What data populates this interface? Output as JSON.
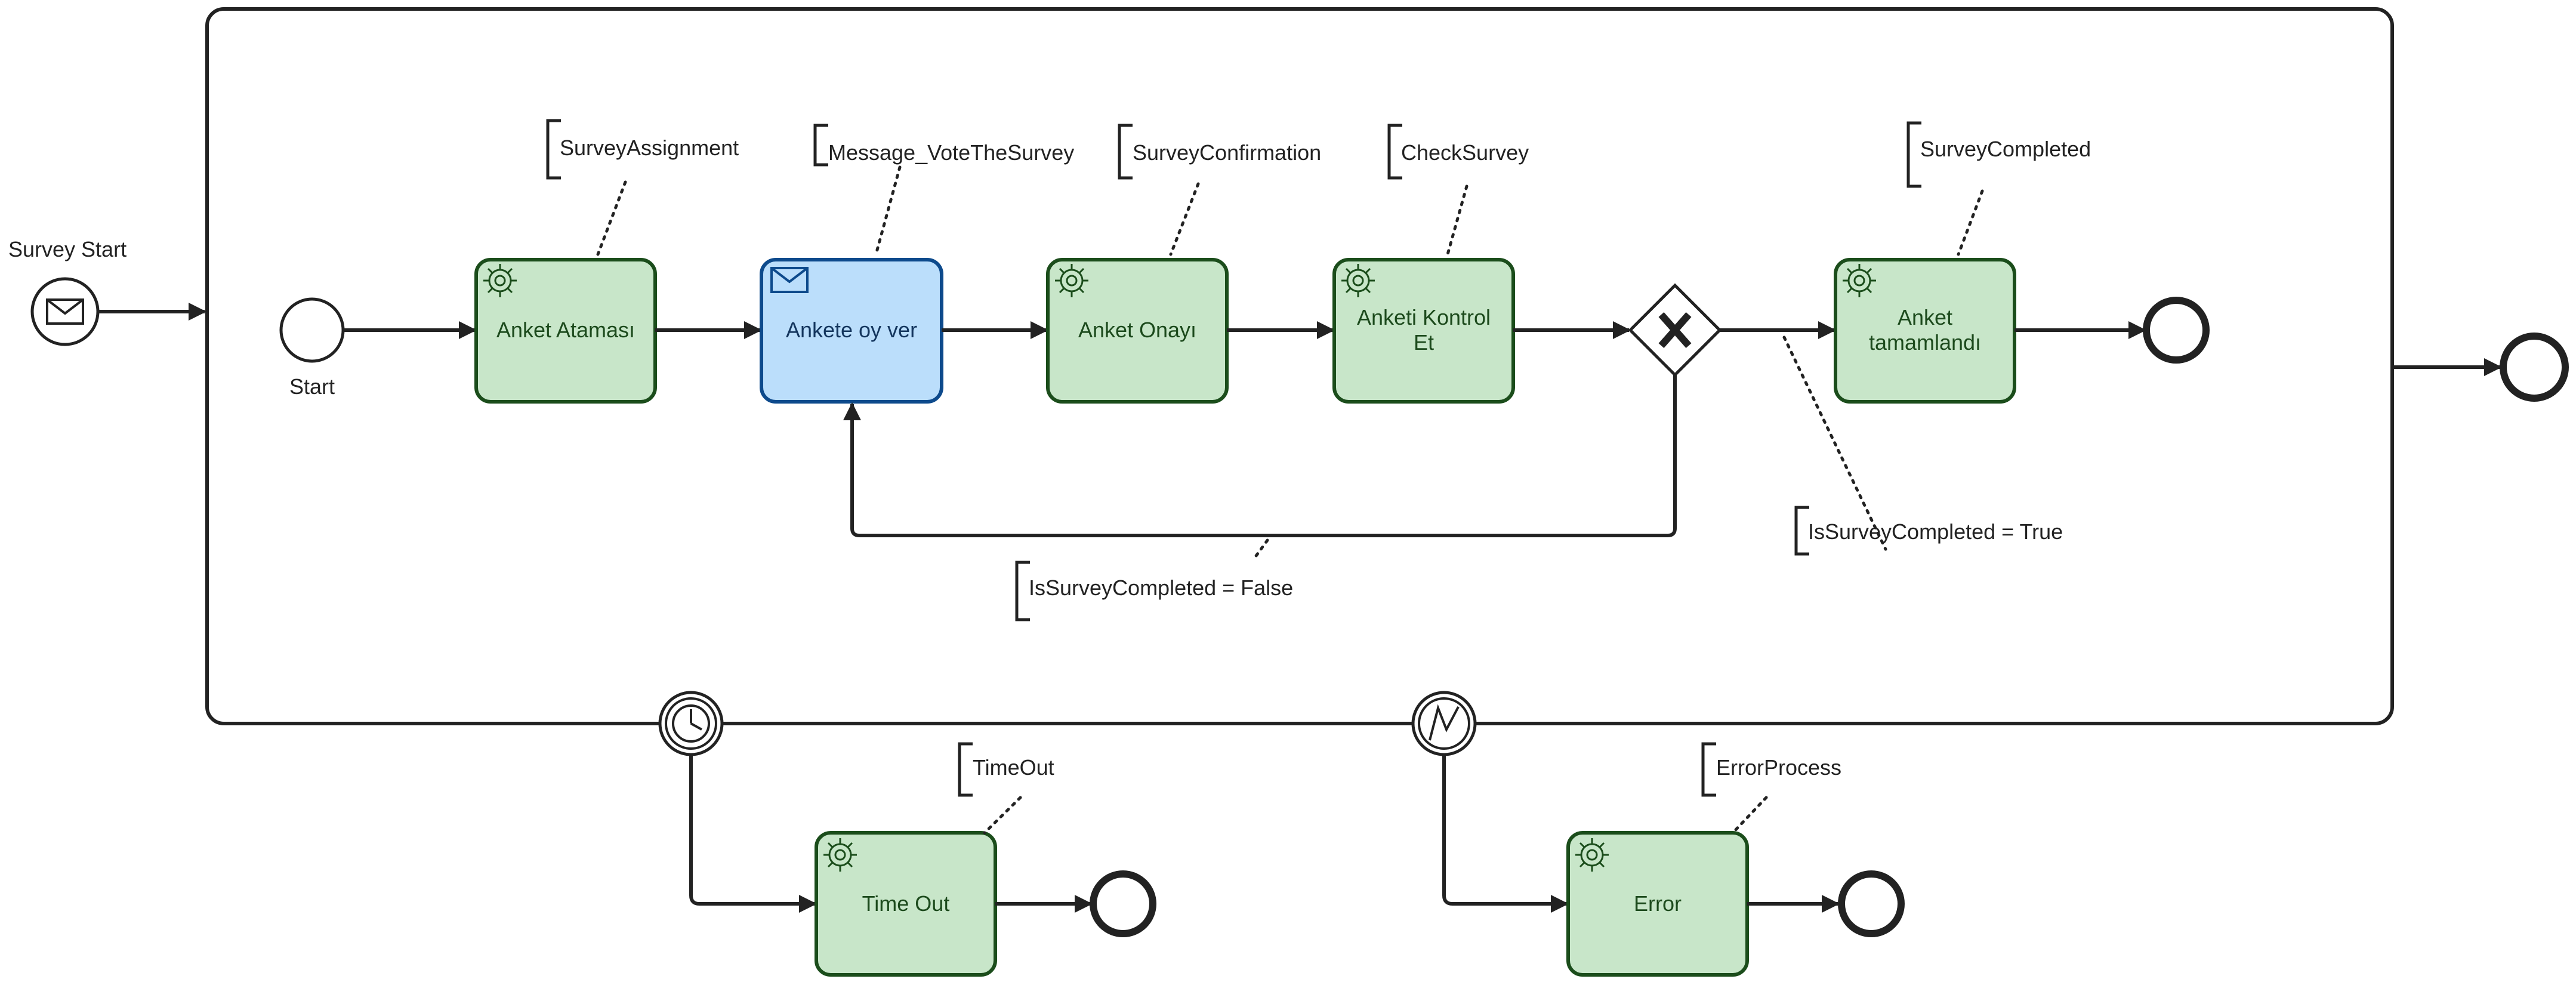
{
  "process": {
    "start_label": "Survey Start",
    "inner_start_label": "Start"
  },
  "tasks": {
    "t1": "Anket Ataması",
    "t2": "Ankete oy ver",
    "t3": "Anket Onayı",
    "t4_line1": "Anketi Kontrol",
    "t4_line2": "Et",
    "t5_line1": "Anket",
    "t5_line2": "tamamlandı",
    "timeout": "Time Out",
    "error": "Error"
  },
  "annotations": {
    "a1": "SurveyAssignment",
    "a2": "Message_VoteTheSurvey",
    "a3": "SurveyConfirmation",
    "a4": "CheckSurvey",
    "a5": "SurveyCompleted",
    "cond_false": "IsSurveyCompleted = False",
    "cond_true": "IsSurveyCompleted = True",
    "timeout": "TimeOut",
    "error": "ErrorProcess"
  },
  "icons": {
    "message": "envelope-icon",
    "service": "gear-icon",
    "gateway": "exclusive-x-icon",
    "timer": "clock-icon",
    "error": "lightning-icon"
  },
  "colors": {
    "service_fill": "#c8e6c9",
    "service_stroke": "#1b4d1b",
    "user_fill": "#bbdefb",
    "user_stroke": "#0d4a8c",
    "line": "#222222"
  }
}
